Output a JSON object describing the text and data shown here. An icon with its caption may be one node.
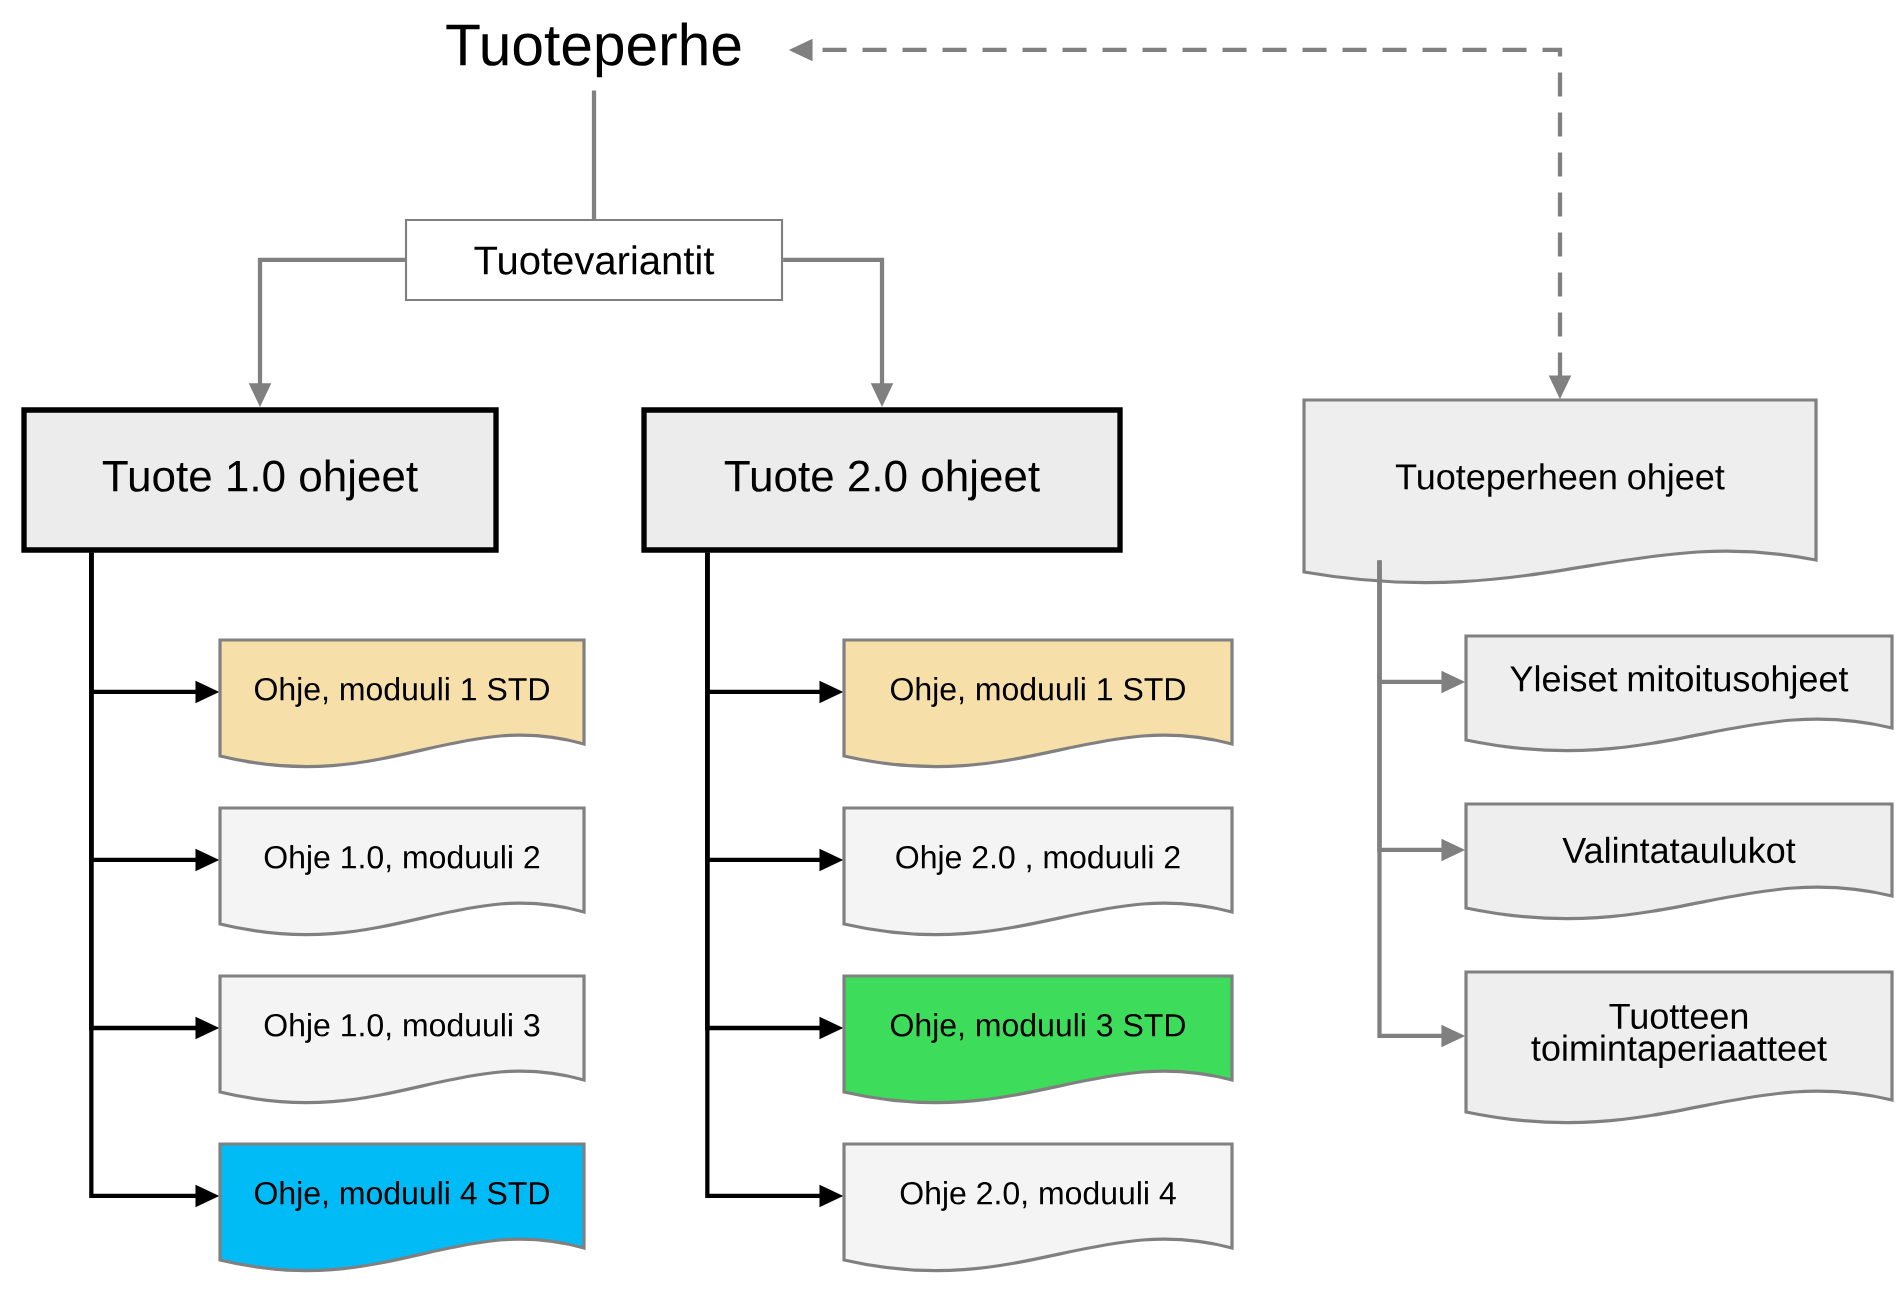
{
  "diagram": {
    "nodes": [
      {
        "text": [
          "Tuoteperhe"
        ]
      },
      {
        "text": [
          "Tuotevariantit"
        ]
      },
      {
        "text": [
          "Tuote 1.0 ohjeet"
        ]
      },
      {
        "text": [
          "Tuote 2.0 ohjeet"
        ]
      },
      {
        "text": [
          "Tuoteperheen ohjeet"
        ]
      },
      {
        "text": [
          "Ohje, moduuli 1 STD"
        ]
      },
      {
        "text": [
          "Ohje 1.0, moduuli 2"
        ]
      },
      {
        "text": [
          "Ohje 1.0, moduuli 3"
        ]
      },
      {
        "text": [
          "Ohje, moduuli 4 STD"
        ]
      },
      {
        "text": [
          "Ohje, moduuli 1 STD"
        ]
      },
      {
        "text": [
          "Ohje 2.0 , moduuli 2"
        ]
      },
      {
        "text": [
          "Ohje, moduuli 3 STD"
        ]
      },
      {
        "text": [
          "Ohje 2.0, moduuli 4"
        ]
      },
      {
        "text": [
          "Yleiset mitoitusohjeet"
        ]
      },
      {
        "text": [
          "Valintataulukot"
        ]
      },
      {
        "text": [
          "Tuotteen toimintaperiaatteet"
        ]
      }
    ],
    "edges": [
      {
        "from": 0,
        "to": 1,
        "arrow": "none",
        "color": "#808080"
      },
      {
        "from": 1,
        "to": 2,
        "arrow": "to",
        "color": "#808080"
      },
      {
        "from": 1,
        "to": 3,
        "arrow": "to",
        "color": "#808080"
      },
      {
        "from": 4,
        "to": 0,
        "arrow": "both",
        "style": "dashed",
        "color": "#808080"
      },
      {
        "from": 2,
        "to": 5,
        "arrow": "to"
      },
      {
        "from": 2,
        "to": 6,
        "arrow": "to"
      },
      {
        "from": 2,
        "to": 7,
        "arrow": "to"
      },
      {
        "from": 2,
        "to": 8,
        "arrow": "to"
      },
      {
        "from": 3,
        "to": 9,
        "arrow": "to"
      },
      {
        "from": 3,
        "to": 10,
        "arrow": "to"
      },
      {
        "from": 3,
        "to": 11,
        "arrow": "to"
      },
      {
        "from": 3,
        "to": 12,
        "arrow": "to"
      },
      {
        "from": 4,
        "to": 13,
        "arrow": "to",
        "color": "#808080"
      },
      {
        "from": 4,
        "to": 14,
        "arrow": "to",
        "color": "#808080"
      },
      {
        "from": 4,
        "to": 15,
        "arrow": "to",
        "color": "#808080"
      }
    ]
  }
}
